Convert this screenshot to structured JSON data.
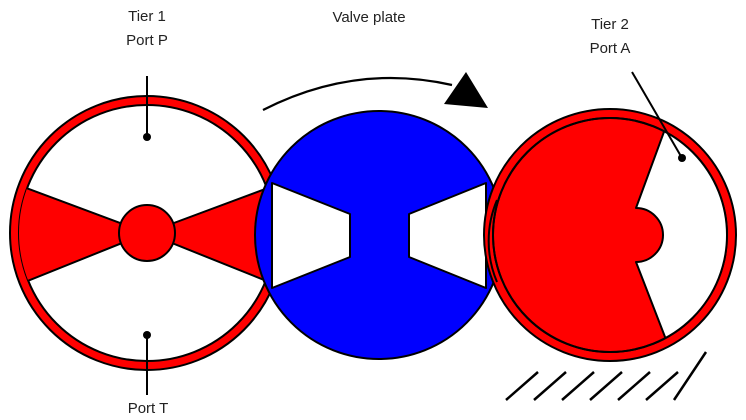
{
  "labels": {
    "tier1": "Tier 1",
    "port_p": "Port P",
    "valve_plate": "Valve plate",
    "tier2": "Tier 2",
    "port_a": "Port A",
    "port_t": "Port T"
  },
  "colors": {
    "red": "#ff0000",
    "blue": "#0000ff",
    "outline": "#000000",
    "background": "#ffffff"
  }
}
